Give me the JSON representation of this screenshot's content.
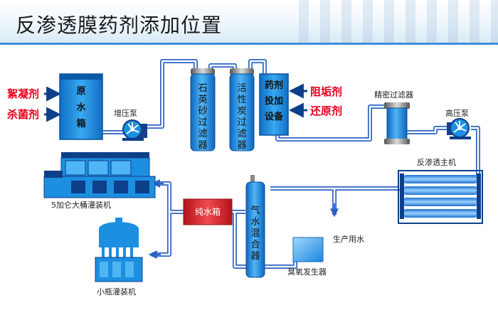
{
  "title": "反渗透膜药剂添加位置",
  "labels": {
    "flocculant": "絮凝剂",
    "bactericide": "杀菌剂",
    "raw_water_tank": [
      "原",
      "水",
      "箱"
    ],
    "booster_pump": "增压泵",
    "quartz_sand_filter": [
      "石",
      "英",
      "砂",
      "过",
      "滤",
      "器"
    ],
    "activated_carbon_filter": [
      "活",
      "性",
      "炭",
      "过",
      "滤",
      "器"
    ],
    "dosing_device": [
      "药剂",
      "投加",
      "设备"
    ],
    "scale_inhibitor": "阻垢剂",
    "reducing_agent": "还原剂",
    "precision_filter": "精密过滤器",
    "high_pressure_pump": "高压泵",
    "ro_main_unit": "反渗透主机",
    "barrel_filler": "5加仑大桶灌装机",
    "pure_water_tank": "纯水箱",
    "gas_water_mixer": [
      "气",
      "水",
      "混",
      "合",
      "器"
    ],
    "production_water": "生产用水",
    "ozone_generator": "臭氧发生器",
    "bottle_filler": "小瓶灌装机"
  },
  "colors": {
    "pipe": "#2a63c4",
    "equipment_blue": "#1d8fe0",
    "dark_blue": "#0d3f8a",
    "red_text": "#e8001e",
    "pure_tank_red": "#d8262e",
    "title_rule": "#3d8fd6"
  }
}
